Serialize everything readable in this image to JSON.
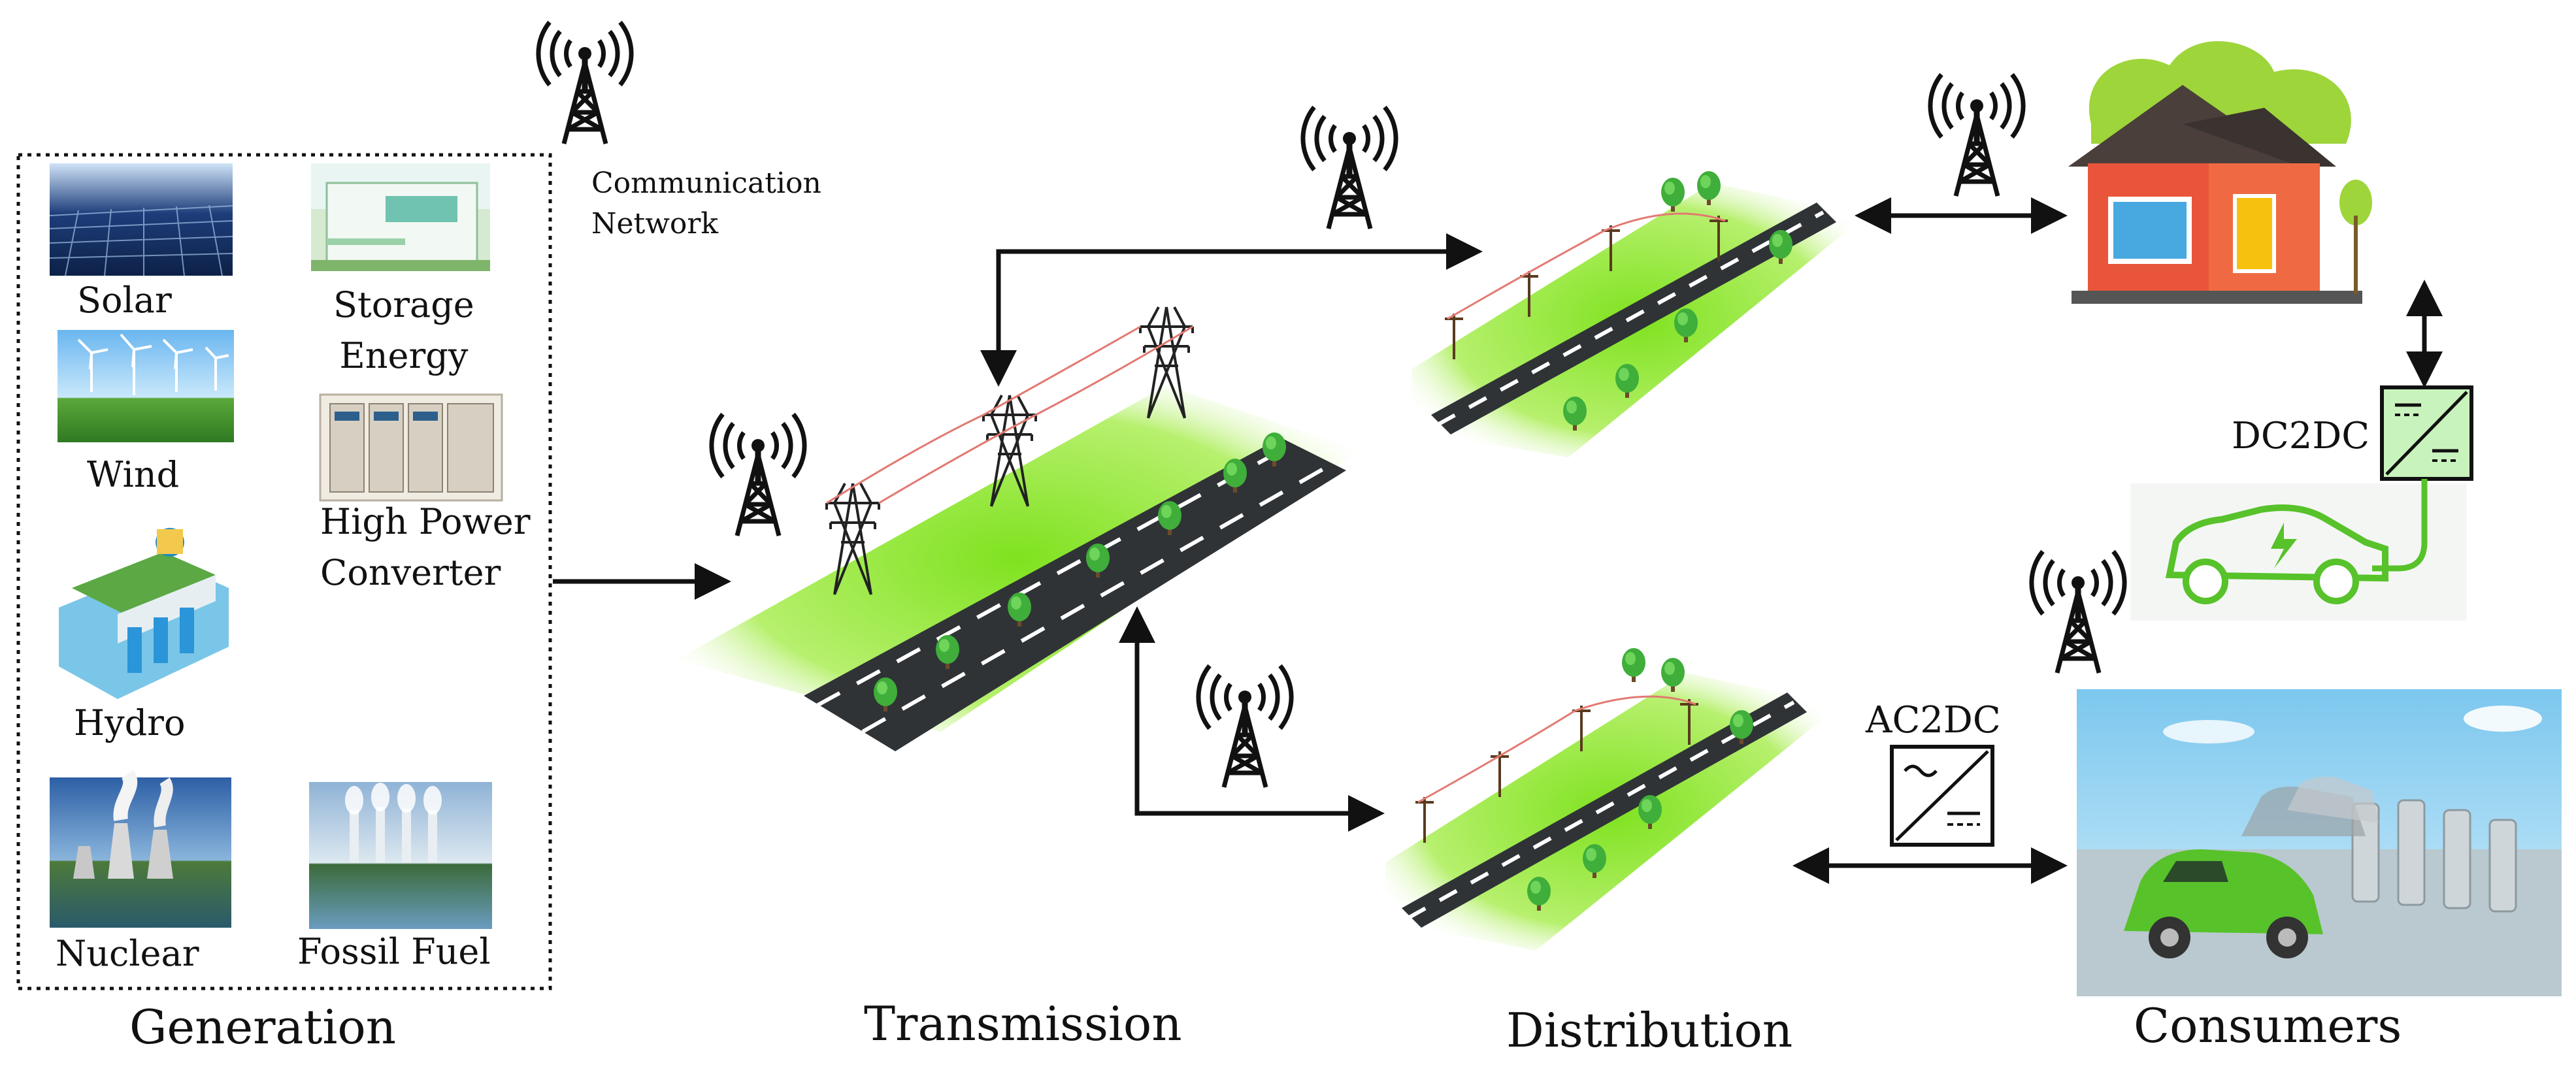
{
  "generation": {
    "title": "Generation",
    "sources": [
      {
        "label": "Solar",
        "icon": "solar-panels-icon"
      },
      {
        "label": "Storage\nEnergy",
        "icon": "energy-storage-icon"
      },
      {
        "label": "Wind",
        "icon": "wind-turbines-icon"
      },
      {
        "label": "High Power\nConverter",
        "icon": "power-converter-icon"
      },
      {
        "label": "Hydro",
        "icon": "hydro-dam-icon"
      },
      {
        "label": "Nuclear",
        "icon": "nuclear-plant-icon"
      },
      {
        "label": "Fossil Fuel",
        "icon": "fossil-fuel-plant-icon"
      }
    ]
  },
  "communication": {
    "label_line1": "Communication",
    "label_line2": "Network",
    "icon": "cell-tower-icon"
  },
  "stages": {
    "transmission": "Transmission",
    "distribution": "Distribution",
    "consumers": "Consumers"
  },
  "converters": {
    "dc2dc": "DC2DC",
    "ac2dc": "AC2DC"
  },
  "colors": {
    "grass": "#9be34a",
    "road": "#2f3336",
    "house_wall": "#e8553a",
    "house_roof": "#4a3f3a",
    "ev_green": "#57c22a",
    "sky": "#bfe3f5"
  }
}
